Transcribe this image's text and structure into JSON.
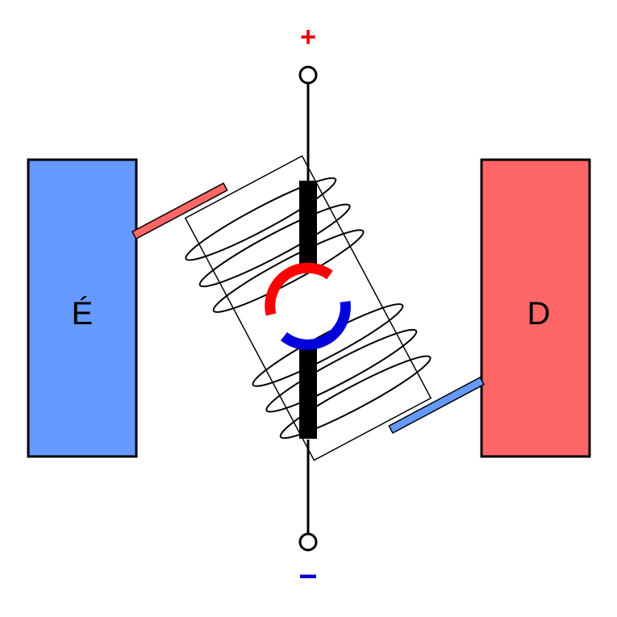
{
  "poles": {
    "left": {
      "label": "É",
      "color": "#6699ff"
    },
    "right": {
      "label": "D",
      "color": "#ff6666"
    }
  },
  "terminals": {
    "top": {
      "sign": "+",
      "color": "#ee0000"
    },
    "bottom": {
      "sign": "−",
      "color": "#0000cc"
    }
  },
  "armature": {
    "winding": "coil",
    "commutator_colors": {
      "positive": "#ff0000",
      "negative": "#0000dd"
    },
    "brush_colors": {
      "upper": "#ff6666",
      "lower": "#6699ff"
    }
  }
}
